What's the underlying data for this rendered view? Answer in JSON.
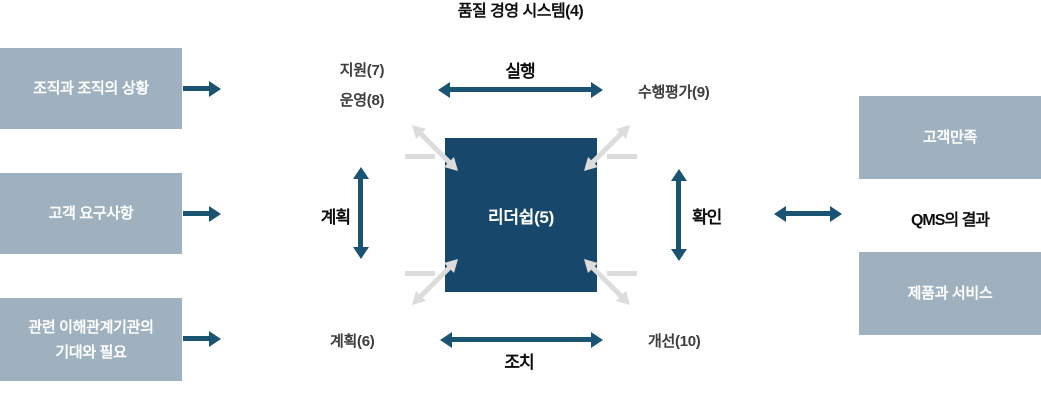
{
  "title": "품질 경영 시스템(4)",
  "colors": {
    "box_fill": "#9FB1BF",
    "navy": "#17486B",
    "arrow": "#1B5373",
    "corner_arrow": "#DCDCDC",
    "label": "#3D3D3D",
    "label_strong": "#0E0E0E"
  },
  "inputs": {
    "boxes": [
      {
        "label": "조직과 조직의 상황"
      },
      {
        "label": "고객 요구사항"
      },
      {
        "lines": [
          "관련 이해관계기관의",
          "기대와 필요"
        ]
      }
    ]
  },
  "cycle": {
    "leadership": "리더쉽(5)",
    "support": "지원(7)",
    "operation": "운영(8)",
    "performance_evaluation": "수행평가(9)",
    "planning": "계획(6)",
    "improvement": "개선(10)",
    "do_label": "실행",
    "plan_label": "계획",
    "check_label": "확인",
    "act_label": "조치"
  },
  "outputs": {
    "customer_satisfaction": "고객만족",
    "qms_results": "QMS의 결과",
    "products_services": "제품과 서비스"
  }
}
